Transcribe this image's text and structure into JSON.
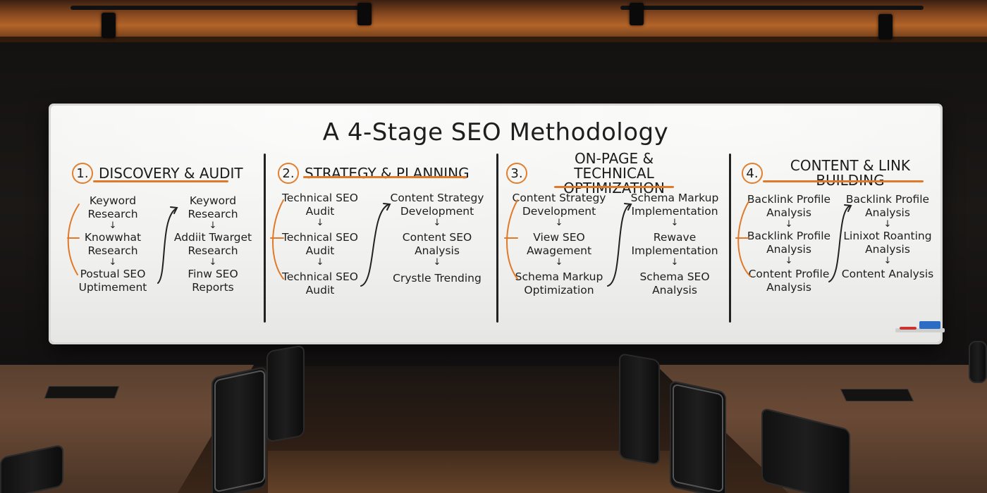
{
  "board": {
    "title": "A 4-Stage SEO Methodology",
    "stages": [
      {
        "number": "1.",
        "title": "DISCOVERY & AUDIT",
        "left_column": [
          "Keyword Research",
          "Knowwhat Research",
          "Postual SEO Uptimement"
        ],
        "right_column": [
          "Keyword Research",
          "Addiit Twarget Research",
          "Finw SEO Reports"
        ]
      },
      {
        "number": "2.",
        "title": "STRATEGY & PLANNING",
        "left_column": [
          "Technical SEO Audit",
          "Technical SEO Audit",
          "Technical SEO Audit"
        ],
        "right_column": [
          "Content Strategy Development",
          "Content SEO Analysis",
          "Crystle Trending"
        ]
      },
      {
        "number": "3.",
        "title": "ON-PAGE & TECHNICAL OPTIMIZATION",
        "left_column": [
          "Content Strategy Development",
          "View SEO Awagement",
          "Schema Markup Optimization"
        ],
        "right_column": [
          "Schema Markup Implementation",
          "Rewave Implementation",
          "Schema SEO Analysis"
        ]
      },
      {
        "number": "4.",
        "title": "CONTENT & LINK BUILDING",
        "left_column": [
          "Backlink Profile Analysis",
          "Backlink Profile Analysis",
          "Content Profile Analysis"
        ],
        "right_column": [
          "Backlink Profile Analysis",
          "Linixot Roanting Analysis",
          "Content Analysis"
        ]
      }
    ],
    "arrow_glyph": "↓"
  },
  "colors": {
    "accent_orange": "#e07a2a",
    "marker_ink": "#1e1e1e",
    "board_white": "#f3f3f1",
    "ceiling_orange": "#b36428"
  }
}
